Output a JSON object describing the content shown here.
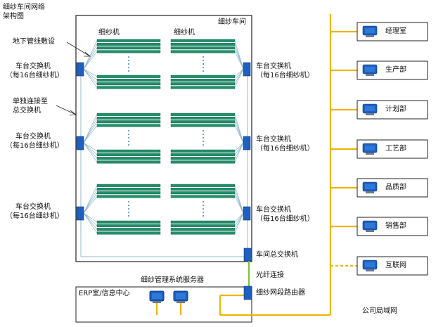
{
  "title": [
    "细纱车间网络",
    "架构图"
  ],
  "workshop": {
    "label": "细纱车间",
    "machine_label_left": "细纱机",
    "machine_label_right": "细纱机"
  },
  "notes": {
    "underground": "地下管线敷设",
    "direct_link": [
      "单独连接至",
      "总交换机"
    ]
  },
  "switch": {
    "title": "车台交换机",
    "sub": "（每16台细纱机）"
  },
  "core_switch": "车间总交换机",
  "fiber": "光纤连接",
  "router": "细纱网段路由器",
  "server_room": {
    "title": "细纱管理系统服务器",
    "erp": "ERP室/信息中心"
  },
  "lan": "公司局域网",
  "departments": [
    "经理室",
    "生产部",
    "计划部",
    "工艺部",
    "品质部",
    "销售部",
    "互联网"
  ],
  "colors": {
    "machine": "#1f8f6a",
    "switch": "#1f5fbf",
    "cable": "#8fb8c8",
    "lan": "#f0b400",
    "fiber": "#7cc63c"
  }
}
